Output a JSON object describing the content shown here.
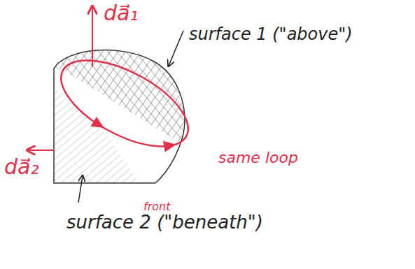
{
  "diagram": {
    "labels": [
      "da⃗₁",
      "surface 1 (\"above\")",
      "same loop",
      "front",
      "da⃗₂",
      "surface 2 (\"beneath\")"
    ]
  }
}
